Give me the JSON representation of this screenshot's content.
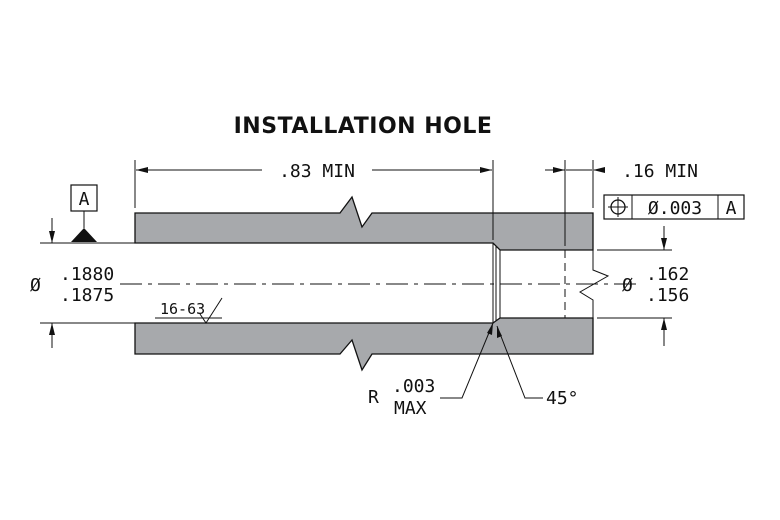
{
  "title": "INSTALLATION HOLE",
  "datum": {
    "label": "A"
  },
  "dimensions": {
    "length_min": ".83 MIN",
    "depth_min": ".16 MIN",
    "bore_dia_upper": ".1880",
    "bore_dia_lower": ".1875",
    "dia_symbol": "Ø",
    "hole_dia_upper": ".162",
    "hole_dia_lower": ".156",
    "radius_prefix": "R",
    "radius_value": ".003",
    "radius_note": "MAX",
    "chamfer_angle": "45°",
    "surface_finish": "16-63"
  },
  "feature_control_frame": {
    "tolerance": "Ø.003",
    "datum_ref": "A"
  },
  "colors": {
    "section_fill": "#a7a9ac",
    "line": "#111111"
  }
}
